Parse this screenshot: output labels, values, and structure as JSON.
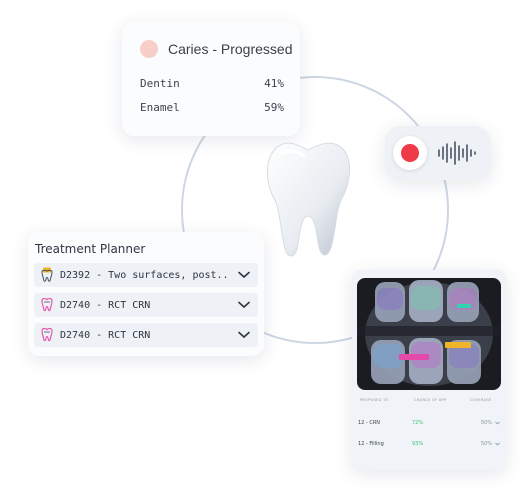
{
  "caries_card": {
    "title": "Caries - Progressed",
    "rows": [
      {
        "label": "Dentin",
        "value": "41%"
      },
      {
        "label": "Enamel",
        "value": "59%"
      }
    ],
    "dot_color": "#f7cfc8"
  },
  "recorder": {
    "record_color": "#ef3b48",
    "wave_icon": "sound-wave-icon"
  },
  "treatment_planner": {
    "title": "Treatment Planner",
    "items": [
      {
        "code": "D2392 - Two surfaces, post..",
        "icon": "tooth-crown-icon",
        "icon_color": "#f0b429"
      },
      {
        "code": "D2740 - RCT CRN",
        "icon": "tooth-icon",
        "icon_color": "#e64aa8"
      },
      {
        "code": "D2740 - RCT CRN",
        "icon": "tooth-icon",
        "icon_color": "#e64aa8"
      }
    ]
  },
  "xray_panel": {
    "headers": [
      "PROPOSED TX",
      "CHANCE OF APP",
      "COVERAGE"
    ],
    "rows": [
      {
        "tx": "12 - CRN",
        "chance": "72%",
        "coverage": "50%"
      },
      {
        "tx": "12 - Filling",
        "chance": "93%",
        "coverage": "50%"
      }
    ]
  }
}
